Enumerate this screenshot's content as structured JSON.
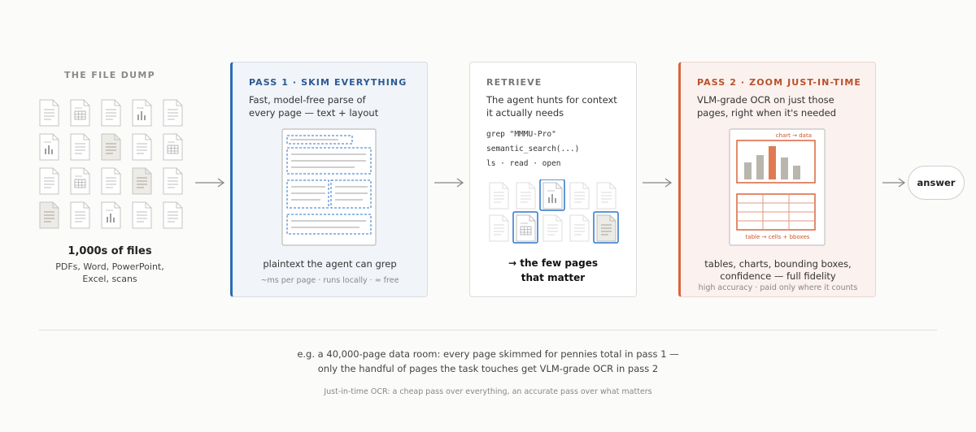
{
  "file_dump": {
    "title": "THE FILE DUMP",
    "count_label": "1,000s of files",
    "types_line1": "PDFs, Word, PowerPoint,",
    "types_line2": "Excel, scans",
    "grid": [
      [
        "text",
        "table",
        "text",
        "chart",
        "text"
      ],
      [
        "chart",
        "text",
        "scan",
        "text",
        "table"
      ],
      [
        "text",
        "table",
        "text",
        "scan",
        "text"
      ],
      [
        "scan",
        "text",
        "chart",
        "text",
        "text"
      ]
    ]
  },
  "pass1": {
    "title": "PASS 1 · SKIM EVERYTHING",
    "desc_line1": "Fast, model-free parse of",
    "desc_line2": "every page — text + layout",
    "footer": "plaintext the agent can grep",
    "note": "~ms per page · runs locally · ≈ free"
  },
  "retrieve": {
    "title": "RETRIEVE",
    "desc_line1": "The agent hunts for context",
    "desc_line2": "it actually needs",
    "commands": [
      "grep \"MMMU-Pro\"",
      "semantic_search(...)",
      "ls · read · open"
    ],
    "footer_line1": "→ the few pages",
    "footer_line2": "that matter"
  },
  "pass2": {
    "title": "PASS 2 · ZOOM JUST-IN-TIME",
    "desc_line1": "VLM-grade OCR on just those",
    "desc_line2": "pages, right when it's needed",
    "chart_label": "chart → data",
    "table_label": "table → cells + bboxes",
    "footer_line1": "tables, charts, bounding boxes,",
    "footer_line2": "confidence — full fidelity",
    "note": "high accuracy · paid only where it counts"
  },
  "answer": "answer",
  "caption_line1": "e.g. a 40,000-page data room: every page skimmed for pennies total in pass 1 —",
  "caption_line2": "only the handful of pages the task touches get VLM-grade OCR in pass 2",
  "footnote": "Just-in-time OCR: a cheap pass over everything, an accurate pass over what matters",
  "colors": {
    "pass1_accent": "#2c6cb4",
    "pass2_accent": "#d8653f",
    "doc_outline": "#c4c4c4",
    "highlight_blue": "#2f75c8"
  }
}
